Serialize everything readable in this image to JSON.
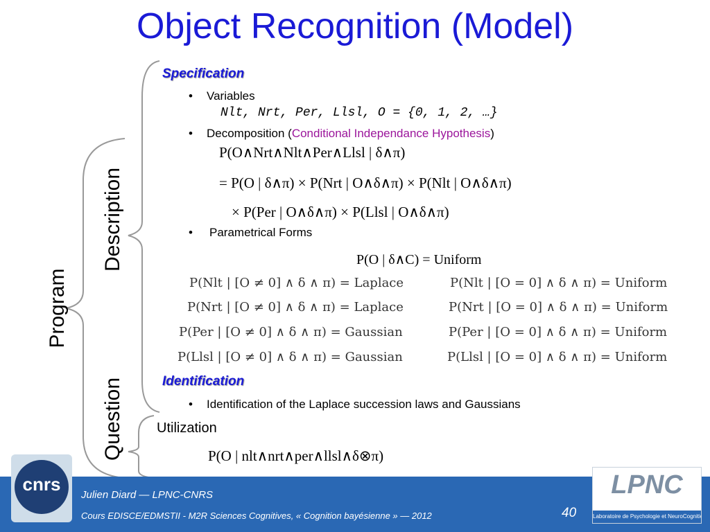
{
  "title": "Object Recognition (Model)",
  "labels": {
    "program": "Program",
    "description": "Description",
    "question": "Question"
  },
  "specification": {
    "heading": "Specification",
    "variables_label": "Variables",
    "variables_list": "Nlt, Nrt, Per, Llsl, O = {0, 1, 2, …}",
    "decomposition_prefix": "Decomposition (",
    "decomposition_hypothesis": "Conditional Independance Hypothesis",
    "decomposition_suffix": ")",
    "parametrical_forms_label": "Parametrical Forms"
  },
  "identification": {
    "heading": "Identification",
    "item": "Identification of the Laplace succession laws and Gaussians"
  },
  "utilization": {
    "heading": "Utilization"
  },
  "forms": {
    "uniform_O": "P(O | δ∧C) = Uniform",
    "rows": [
      {
        "left": "P(Nlt | [O ≠ 0] ∧ δ ∧ π) = Laplace",
        "right": "P(Nlt | [O = 0] ∧ δ ∧ π) = Uniform"
      },
      {
        "left": "P(Nrt | [O ≠ 0] ∧ δ ∧ π) = Laplace",
        "right": "P(Nrt | [O = 0] ∧ δ ∧ π) = Uniform"
      },
      {
        "left": "P(Per | [O ≠ 0] ∧ δ ∧ π) = Gaussian",
        "right": "P(Per | [O = 0] ∧ δ ∧ π) = Uniform"
      },
      {
        "left": "P(Llsl | [O ≠ 0] ∧ δ ∧ π) = Gaussian",
        "right": "P(Llsl | [O = 0] ∧ δ ∧ π) = Uniform"
      }
    ]
  },
  "equations": {
    "joint": "P(O∧Nrt∧Nlt∧Per∧Llsl | δ∧π)",
    "line1": "= P(O | δ∧π) × P(Nrt | O∧δ∧π) × P(Nlt | O∧δ∧π)",
    "line2": "× P(Per | O∧δ∧π) × P(Llsl | O∧δ∧π)",
    "question": "P(O | nlt∧nrt∧per∧llsl∧δ⊗π)"
  },
  "footer": {
    "author": "Julien Diard — LPNC-CNRS",
    "course": "Cours EDISCE/EDMSTII - M2R Sciences Cognitives, « Cognition bayésienne » — 2012",
    "page_number": "40",
    "cnrs_logo_text": "cnrs",
    "lpnc_logo_text": "LPNC",
    "lpnc_caption": "Laboratoire de Psychologie et NeuroCognition"
  },
  "colors": {
    "title": "#1a1ad6",
    "hypothesis": "#9b159b",
    "footer_bg": "#2a68b4"
  }
}
